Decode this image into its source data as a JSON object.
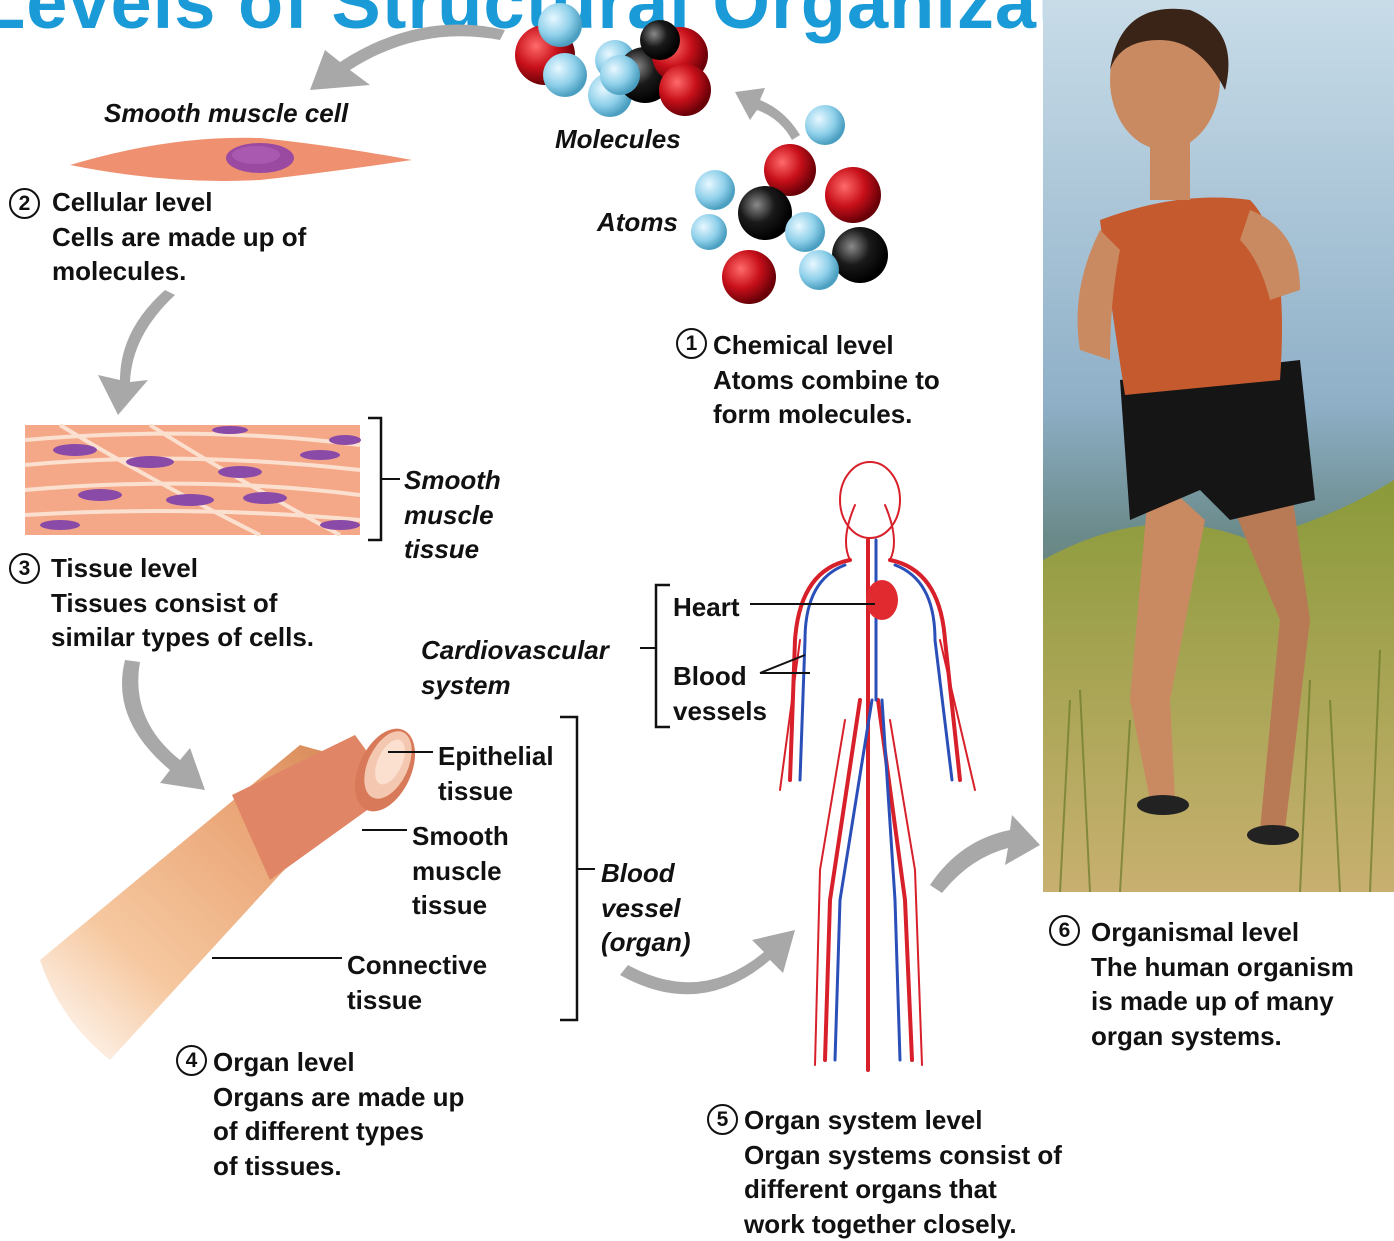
{
  "title": "Levels of Structural Organization",
  "labels": {
    "smooth_muscle_cell": "Smooth muscle cell",
    "molecules": "Molecules",
    "atoms": "Atoms",
    "smooth_muscle_tissue": [
      "Smooth",
      "muscle",
      "tissue"
    ],
    "heart": "Heart",
    "blood_vessels": [
      "Blood",
      "vessels"
    ],
    "cardiovascular_system": [
      "Cardiovascular",
      "system"
    ],
    "epithelial_tissue": [
      "Epithelial",
      "tissue"
    ],
    "organ_smooth_muscle_tissue": [
      "Smooth",
      "muscle",
      "tissue"
    ],
    "connective_tissue": [
      "Connective",
      "tissue"
    ],
    "blood_vessel_organ": [
      "Blood",
      "vessel",
      "(organ)"
    ]
  },
  "levels": [
    {
      "number": "1",
      "name": "Chemical level",
      "description": [
        "Atoms combine to",
        "form molecules."
      ]
    },
    {
      "number": "2",
      "name": "Cellular level",
      "description": [
        "Cells are made up of",
        "molecules."
      ]
    },
    {
      "number": "3",
      "name": "Tissue level",
      "description": [
        "Tissues consist of",
        "similar types of cells."
      ]
    },
    {
      "number": "4",
      "name": "Organ level",
      "description": [
        "Organs are made up",
        "of different types",
        "of tissues."
      ]
    },
    {
      "number": "5",
      "name": "Organ system level",
      "description": [
        "Organ systems consist of",
        "different organs that",
        "work together closely."
      ]
    },
    {
      "number": "6",
      "name": "Organismal level",
      "description": [
        "The human organism",
        "is made up of many",
        "organ systems."
      ]
    }
  ],
  "colors": {
    "title": "#1a9ad6",
    "atom_red": "#c8101a",
    "atom_blue": "#8fd0ea",
    "atom_black": "#1a1a1a",
    "cell_orange": "#ef9070",
    "nucleus_purple": "#9a4aa0",
    "arrow_gray": "#a8a8a8",
    "artery_red": "#d8202a",
    "vein_blue": "#2a4fb8"
  }
}
